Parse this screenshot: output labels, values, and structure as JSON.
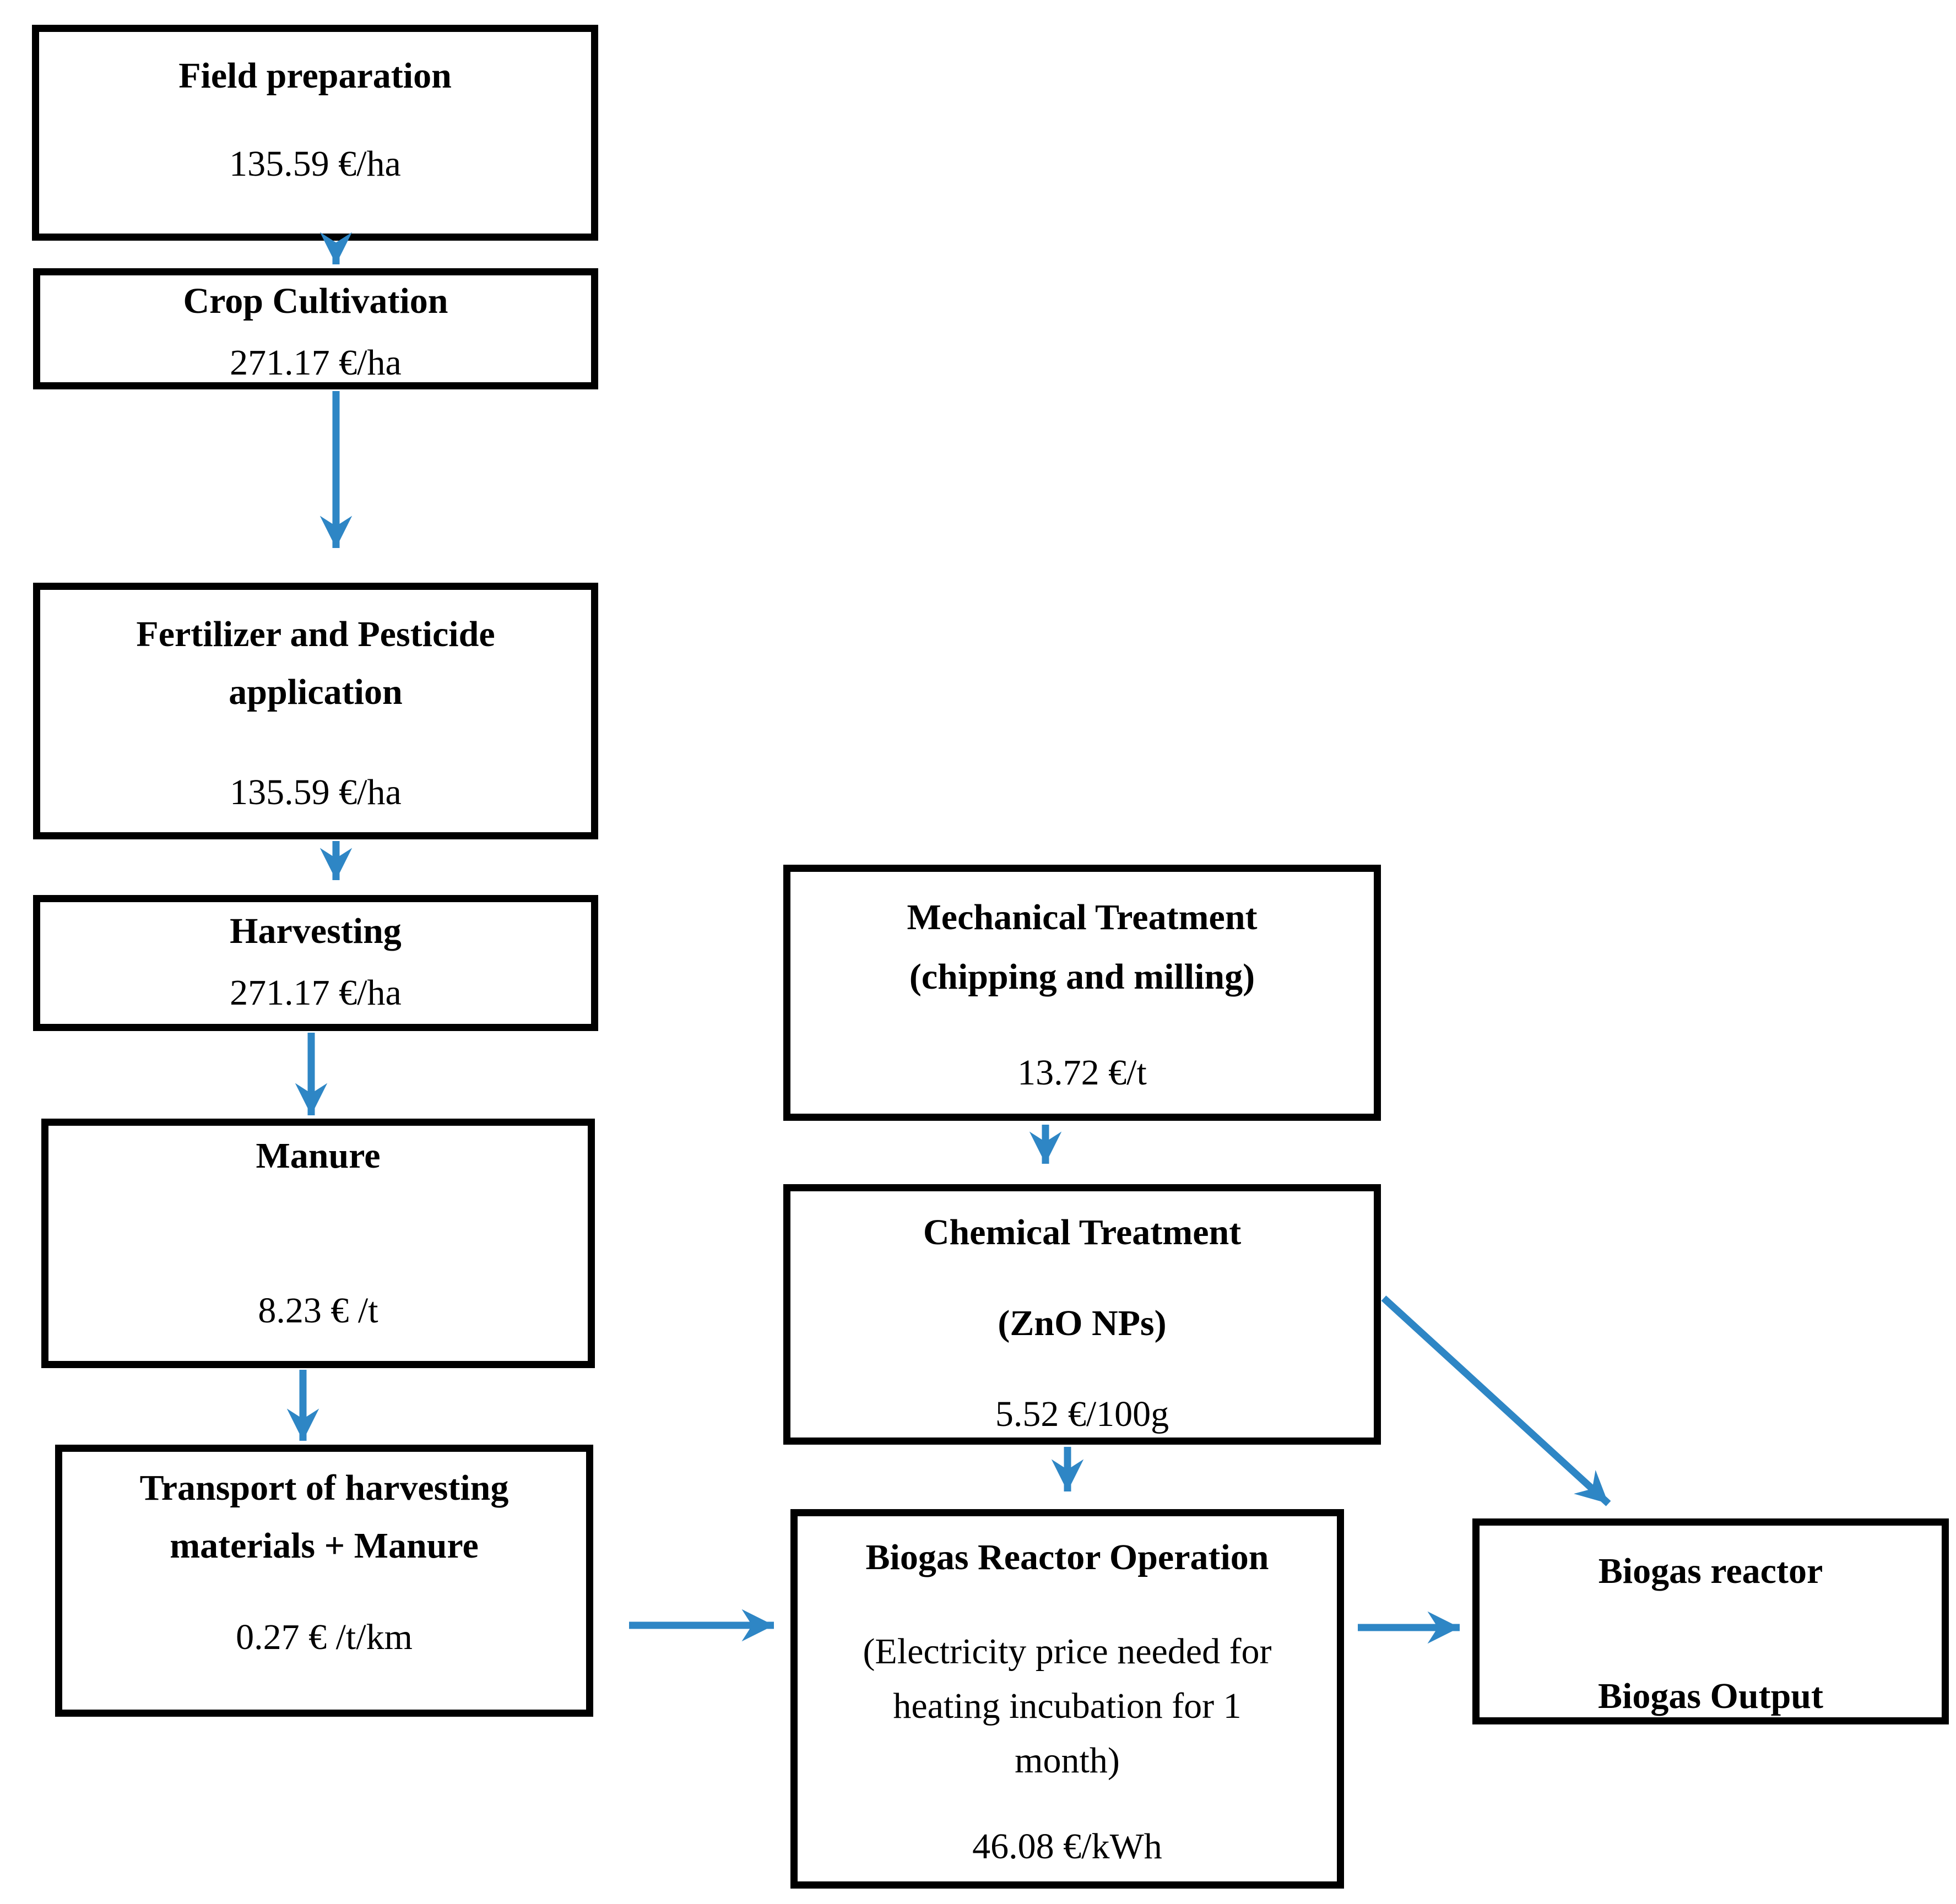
{
  "boxes": {
    "field_preparation": {
      "title": "Field preparation",
      "value": "135.59 €/ha"
    },
    "crop_cultivation": {
      "title": "Crop Cultivation",
      "value": "271.17 €/ha"
    },
    "fertilizer_pesticide": {
      "title_line1": "Fertilizer and Pesticide",
      "title_line2": "application",
      "value": "135.59 €/ha"
    },
    "harvesting": {
      "title": "Harvesting",
      "value": "271.17 €/ha"
    },
    "manure": {
      "title": "Manure",
      "value": "8.23 € /t"
    },
    "transport": {
      "title_line1": "Transport of harvesting",
      "title_line2": "materials + Manure",
      "value": "0.27 € /t/km"
    },
    "mechanical_treatment": {
      "title_line1": "Mechanical Treatment",
      "title_line2": "(chipping and milling)",
      "value": "13.72 €/t"
    },
    "chemical_treatment": {
      "title_line1": "Chemical Treatment",
      "title_line2": "(ZnO NPs)",
      "value": "5.52 €/100g"
    },
    "biogas_reactor_operation": {
      "title": "Biogas Reactor Operation",
      "subtitle_line1": "(Electricity price needed for",
      "subtitle_line2": "heating incubation for 1",
      "subtitle_line3": "month)",
      "value": "46.08 €/kWh"
    },
    "biogas_reactor": {
      "title_line1": "Biogas reactor",
      "title_line2": "Biogas Output"
    }
  },
  "arrows": [
    {
      "from": "field_preparation",
      "to": "crop_cultivation"
    },
    {
      "from": "crop_cultivation",
      "to": "fertilizer_pesticide"
    },
    {
      "from": "fertilizer_pesticide",
      "to": "harvesting"
    },
    {
      "from": "harvesting",
      "to": "manure"
    },
    {
      "from": "manure",
      "to": "transport"
    },
    {
      "from": "transport",
      "to": "biogas_reactor_operation"
    },
    {
      "from": "mechanical_treatment",
      "to": "chemical_treatment"
    },
    {
      "from": "chemical_treatment",
      "to": "biogas_reactor_operation"
    },
    {
      "from": "chemical_treatment",
      "to": "biogas_reactor"
    },
    {
      "from": "biogas_reactor_operation",
      "to": "biogas_reactor"
    }
  ],
  "colors": {
    "arrow": "#2E86C5",
    "box_border": "#000000",
    "background": "#FFFFFF",
    "text": "#000000"
  }
}
